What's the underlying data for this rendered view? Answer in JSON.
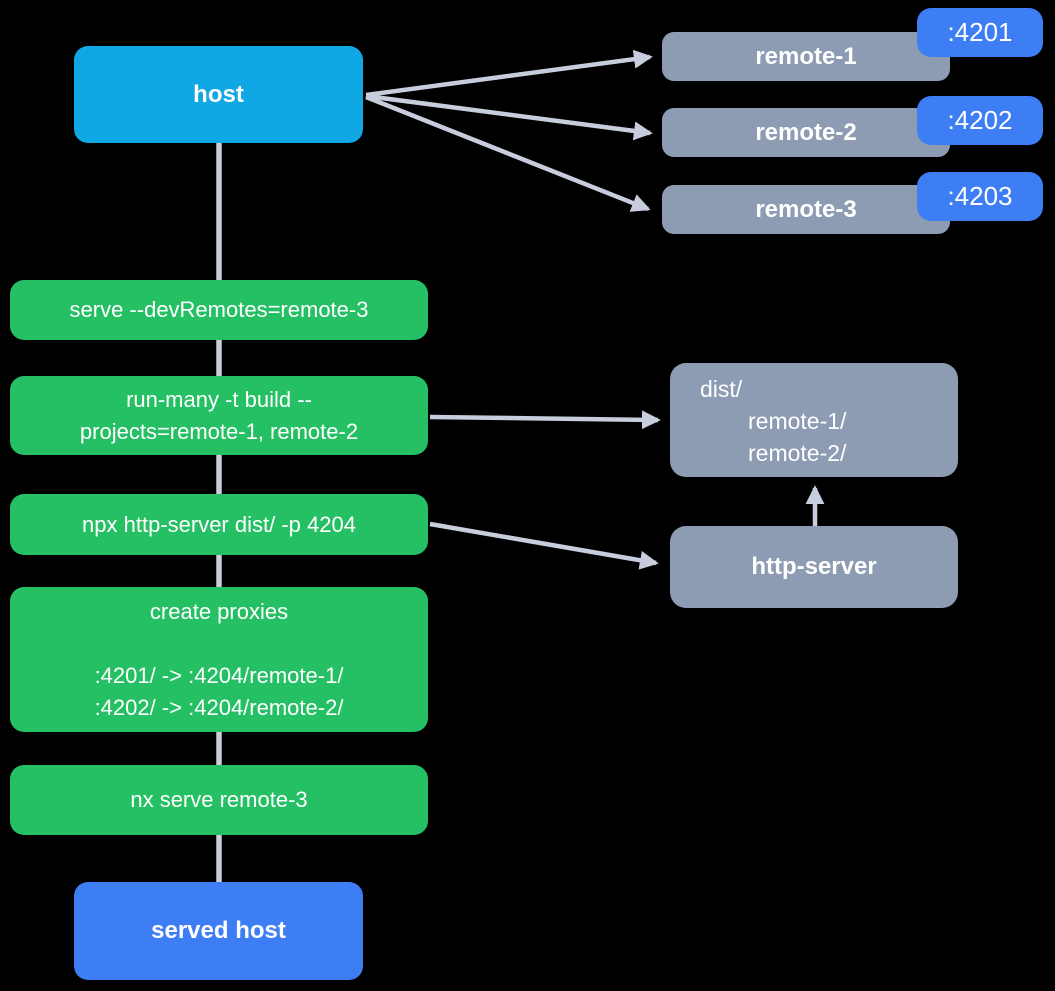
{
  "background": "#000000",
  "colors": {
    "background": "#000000",
    "host": "#10a8e4",
    "step": "#26c064",
    "remote": "#8d9cb3",
    "badge": "#3e7ef5",
    "arrow": "#c7cddc",
    "text": "#ffffff"
  },
  "nodes": {
    "host": "host",
    "served_host": "served host",
    "http_server": "http-server"
  },
  "remotes": [
    {
      "name": "remote-1",
      "port": ":4201"
    },
    {
      "name": "remote-2",
      "port": ":4202"
    },
    {
      "name": "remote-3",
      "port": ":4203"
    }
  ],
  "steps": [
    "serve --devRemotes=remote-3",
    "run-many -t build --\nprojects=remote-1, remote-2",
    "npx http-server dist/ -p 4204",
    "create proxies\n \n:4201/ -> :4204/remote-1/\n:4202/ -> :4204/remote-2/",
    "nx serve remote-3"
  ],
  "dist": {
    "title": "dist/",
    "entries": [
      "remote-1/",
      "remote-2/"
    ]
  },
  "edges": [
    {
      "from": "host",
      "to": "remote-1"
    },
    {
      "from": "host",
      "to": "remote-2"
    },
    {
      "from": "host",
      "to": "remote-3"
    },
    {
      "from": "host",
      "to": "served host",
      "via": "steps"
    },
    {
      "from": "run-many -t build",
      "to": "dist/"
    },
    {
      "from": "npx http-server",
      "to": "http-server"
    },
    {
      "from": "http-server",
      "to": "dist/"
    }
  ]
}
